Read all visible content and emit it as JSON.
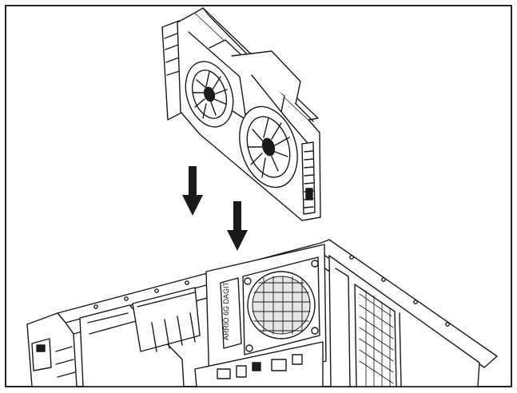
{
  "figure": {
    "type": "installation-illustration",
    "components": [
      "graphics-card",
      "pc-case"
    ],
    "arrows": {
      "count": 2,
      "direction": "down"
    },
    "colors": {
      "line": "#1a1a1a",
      "fill": "#ffffff",
      "background": "#ffffff"
    }
  },
  "case_label": "ARRIO 6G DAGIT",
  "card_brand_text": ""
}
